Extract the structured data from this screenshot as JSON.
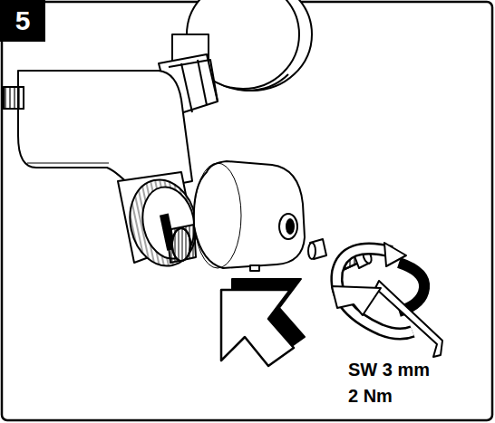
{
  "diagram": {
    "nodes": [
      {
        "text": [
          "5"
        ]
      }
    ],
    "labels": [
      "SW 3 mm",
      "2 Nm"
    ]
  }
}
